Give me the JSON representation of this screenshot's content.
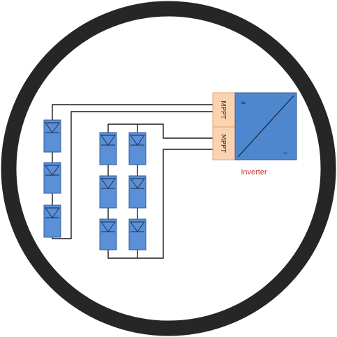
{
  "inverter": {
    "caption": "Inverter",
    "mppt_labels": [
      "MPPT",
      "MPPT"
    ],
    "dc_symbol": "=",
    "ac_symbol": "~"
  },
  "strings": [
    {
      "panels": 3
    },
    {
      "panels": 3
    },
    {
      "panels": 3
    }
  ],
  "colors": {
    "ring": "#262626",
    "panel_fill": "#5b8fd6",
    "panel_stroke": "#2f5f9e",
    "mppt_fill": "#fbd3b0",
    "mppt_stroke": "#e7a26e",
    "inverter_fill": "#4f87cf",
    "inverter_stroke": "#2f5f9e",
    "wire": "#1a1a1a",
    "caption": "#c0392b"
  }
}
